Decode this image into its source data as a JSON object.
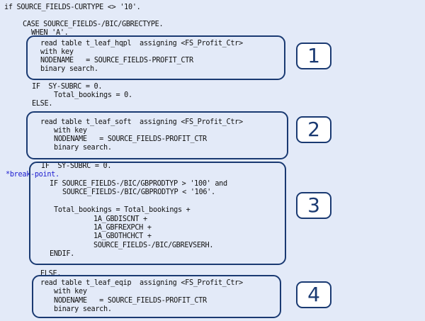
{
  "code": {
    "l01": "if SOURCE_FIELDS-CURTYPE <> '10'.",
    "l02": "CASE SOURCE_FIELDS-/BIC/GBRECTYPE.",
    "l03": "WHEN 'A'.",
    "l04": "read table t_leaf_hqpl  assigning <FS_Profit_Ctr>",
    "l05": "with key",
    "l06": "NODENAME   = SOURCE_FIELDS-PROFIT_CTR",
    "l07": "binary search.",
    "l08": "IF  SY-SUBRC = 0.",
    "l09": "Total_bookings = 0.",
    "l10": "ELSE.",
    "l11": "read table t_leaf_soft  assigning <FS_Profit_Ctr>",
    "l12": "with key",
    "l13": "NODENAME   = SOURCE_FIELDS-PROFIT_CTR",
    "l14": "binary search.",
    "l15": "IF  SY-SUBRC = 0.",
    "l16": "*break-point.",
    "l17": "IF SOURCE_FIELDS-/BIC/GBPRODTYP > '100' and",
    "l18": "SOURCE_FIELDS-/BIC/GBPRODTYP < '106'.",
    "l19": "Total_bookings = Total_bookings +",
    "l20": "1A_GBDISCNT +",
    "l21": "1A_GBFREXPCH +",
    "l22": "1A_GBOTHCHCT +",
    "l23": "SOURCE_FIELDS-/BIC/GBREVSERH.",
    "l24": "ENDIF.",
    "l25": "ELSE.",
    "l26": "read table t_leaf_eqip  assigning <FS_Profit_Ctr>",
    "l27": "with key",
    "l28": "NODENAME   = SOURCE_FIELDS-PROFIT_CTR",
    "l29": "binary search."
  },
  "callouts": [
    "1",
    "2",
    "3",
    "4"
  ],
  "colors": {
    "background": "#e3eaf8",
    "box_border": "#1a3a72",
    "comment": "#1a1ad0",
    "code_text": "#111111"
  }
}
